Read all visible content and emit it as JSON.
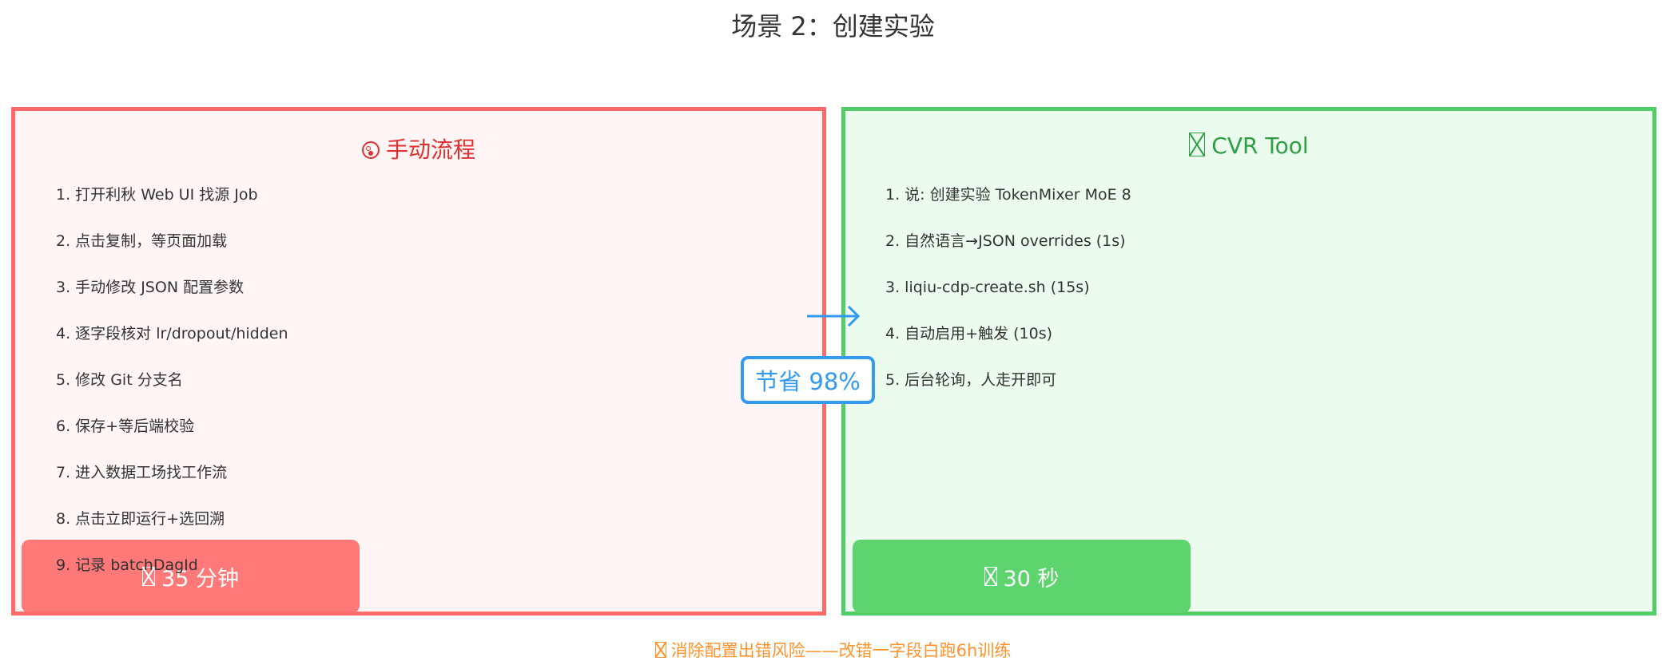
{
  "title": "场景 2：创建实验",
  "manual": {
    "icon": "astonished-face-icon",
    "title": "手动流程",
    "steps": [
      "1. 打开利秋 Web UI 找源 Job",
      "2. 点击复制，等页面加载",
      "3. 手动修改 JSON 配置参数",
      "4. 逐字段核对 lr/dropout/hidden",
      "5. 修改 Git 分支名",
      "6. 保存+等后端校验",
      "7. 进入数据工场找工作流",
      "8. 点击立即运行+选回溯",
      "9. 记录 batchDagId"
    ],
    "time_label": "35 分钟"
  },
  "tool": {
    "icon": "missing-glyph-icon",
    "title": "CVR Tool",
    "steps": [
      "1. 说: 创建实验 TokenMixer MoE 8",
      "2. 自然语言→JSON overrides (1s)",
      "3. liqiu-cdp-create.sh (15s)",
      "4. 自动启用+触发 (10s)",
      "5. 后台轮询，人走开即可"
    ],
    "time_label": "30 秒"
  },
  "savings_badge": "节省 98%",
  "footer": "消除配置出错风险——改错一字段白跑6h训练",
  "colors": {
    "manual": "#ff6b6b",
    "tool": "#51cf66",
    "accent": "#339af0",
    "footer": "#ff922b"
  }
}
